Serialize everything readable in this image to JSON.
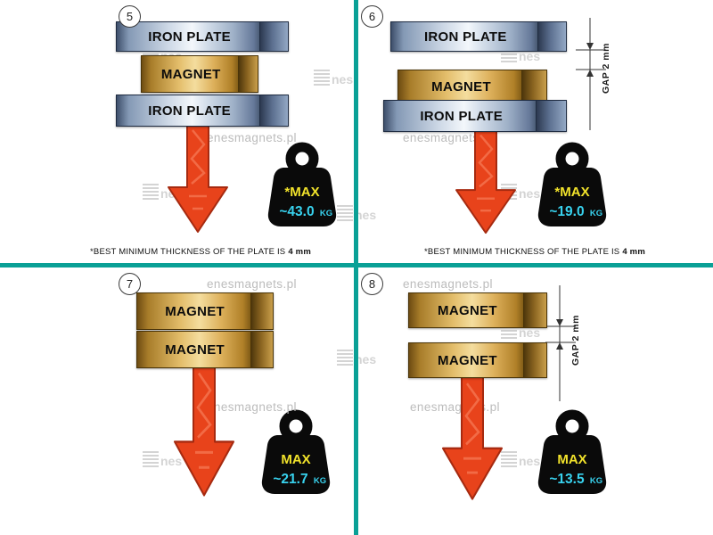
{
  "watermark": {
    "site": "enesmagnets.pl",
    "brand": "nes"
  },
  "colors": {
    "divider_teal": "#0aa096",
    "arrow_red": "#e8431b",
    "max_yellow": "#f2e32b",
    "value_cyan": "#38d2ee",
    "iron_plate": "#9fb1c8",
    "magnet_gold": "#ddb05b"
  },
  "panels": [
    {
      "number": "5",
      "layers": [
        "IRON PLATE",
        "MAGNET",
        "IRON PLATE"
      ],
      "weight": {
        "max": "*MAX",
        "value": "~43.0",
        "unit": "KG"
      },
      "footnote": {
        "text": "*BEST MINIMUM THICKNESS OF THE PLATE IS",
        "bold": "4 mm"
      }
    },
    {
      "number": "6",
      "layers": [
        "IRON PLATE",
        "MAGNET",
        "IRON PLATE"
      ],
      "gap_label": "GAP  2 mm",
      "weight": {
        "max": "*MAX",
        "value": "~19.0",
        "unit": "KG"
      },
      "footnote": {
        "text": "*BEST MINIMUM THICKNESS OF THE PLATE IS",
        "bold": "4 mm"
      }
    },
    {
      "number": "7",
      "layers": [
        "MAGNET",
        "MAGNET"
      ],
      "weight": {
        "max": "MAX",
        "value": "~21.7",
        "unit": "KG"
      }
    },
    {
      "number": "8",
      "layers": [
        "MAGNET",
        "MAGNET"
      ],
      "gap_label": "GAP  2 mm",
      "weight": {
        "max": "MAX",
        "value": "~13.5",
        "unit": "KG"
      }
    }
  ]
}
